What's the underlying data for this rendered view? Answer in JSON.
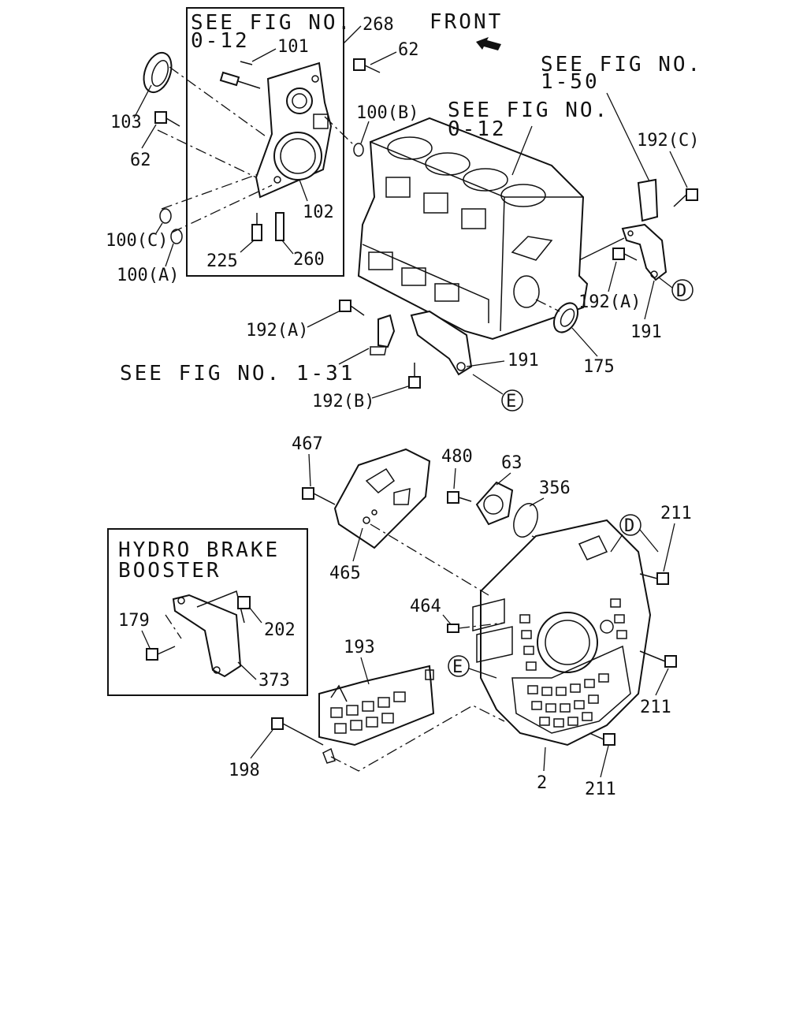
{
  "diagram": {
    "front_label": "FRONT",
    "see_fig_0_12_inset_line1": "SEE FIG NO.",
    "see_fig_0_12_inset_line2": "0-12",
    "see_fig_0_12_block_line1": "SEE FIG NO.",
    "see_fig_0_12_block_line2": "0-12",
    "see_fig_1_50_line1": "SEE FIG NO.",
    "see_fig_1_50_line2": "1-50",
    "see_fig_1_31": "SEE FIG NO. 1-31",
    "hydro_line1": "HYDRO BRAKE",
    "hydro_line2": "BOOSTER",
    "callout_D_1": "D",
    "callout_D_2": "D",
    "callout_E_1": "E",
    "callout_E_2": "E",
    "parts": {
      "p268": "268",
      "p101": "101",
      "p62a": "62",
      "p62b": "62",
      "p103": "103",
      "p100b": "100(B)",
      "p100c": "100(C)",
      "p100a": "100(A)",
      "p102": "102",
      "p225": "225",
      "p260": "260",
      "p192c": "192(C)",
      "p192a_r": "192(A)",
      "p191_r": "191",
      "p192a_l": "192(A)",
      "p191_l": "191",
      "p175": "175",
      "p192b": "192(B)",
      "p467": "467",
      "p480": "480",
      "p63": "63",
      "p356": "356",
      "p211a": "211",
      "p465": "465",
      "p464": "464",
      "p202": "202",
      "p179": "179",
      "p373": "373",
      "p193": "193",
      "p211b": "211",
      "p198": "198",
      "p2": "2",
      "p211c": "211"
    }
  },
  "colors": {
    "ink": "#111111",
    "paper": "#ffffff"
  }
}
